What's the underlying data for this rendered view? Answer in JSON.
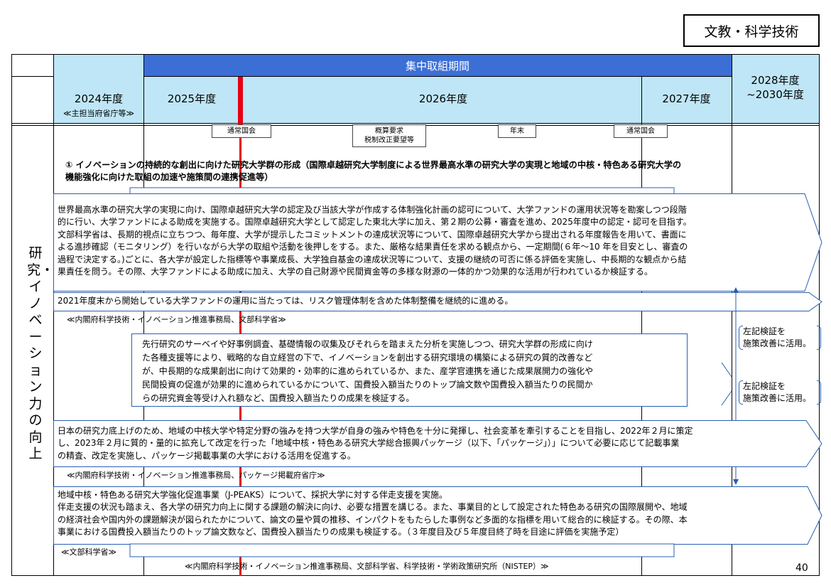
{
  "category_label": "文教・科学技術",
  "header": {
    "intensive_period": "集中取組期間",
    "year_2024": "2024年度",
    "ministry_note": "≪主担当府省庁等≫",
    "year_2025": "2025年度",
    "year_2026": "2026年度",
    "year_2027": "2027年度",
    "year_2028_line1": "2028年度",
    "year_2028_line2": "~2030年度"
  },
  "row_label": "研究・イノベーション力の向上",
  "milestones": {
    "ordinary_diet_1": "通常国会",
    "budget_request": "概算要求\n税制改正要望等",
    "year_end": "年末",
    "ordinary_diet_2": "通常国会"
  },
  "section_title": "① イノベーションの持続的な創出に向けた研究大学群の形成（国際卓越研究大学制度による世界最高水準の研究大学の実現と地域の中核・特色ある研究大学の\n機能強化に向けた取組の加速や施策間の連携促進等）",
  "boxes": {
    "box1": "世界最高水準の研究大学の実現に向け、国際卓越研究大学の認定及び当該大学が作成する体制強化計画の認可について、大学ファンドの運用状況等を勘案しつつ段階\n的に行い、大学ファンドによる助成を実施する。国際卓越研究大学として認定した東北大学に加え、第２期の公募・審査を進め、2025年度中の認定・認可を目指す。\n文部科学省は、長期的視点に立ちつつ、毎年度、大学が提示したコミットメントの達成状況等について、国際卓越研究大学から提出される年度報告を用いて、書面に\nよる進捗確認（モニタリング）を行いながら大学の取組や活動を後押しをする。また、厳格な結果責任を求める観点から、一定期間(６年～10 年を目安とし、審査の\n過程で決定する。)ごとに、各大学が設定した指標等や事業成長、大学独自基金の達成状況等について、支援の継続の可否に係る評価を実施し、中長期的な観点から結\n果責任を問う。その際、大学ファンドによる助成に加え、大学の自己財源や民間資金等の多様な財源の一体的かつ効果的な活用が行われているか検証する。",
    "box2": "2021年度末から開始している大学ファンドの運用に当たっては、リスク管理体制を含めた体制整備を継続的に進める。",
    "note1": "≪内閣府科学技術・イノベーション推進事務局、文部科学省≫",
    "inner_box": "先行研究のサーベイや好事例調査、基礎情報の収集及びそれらを踏まえた分析を実施しつつ、研究大学群の形成に向け\nた各種支援等により、戦略的な自立経営の下で、イノベーションを創出する研究環境の構築による研究の質的改善など\nが、中長期的な成果創出に向けて効果的・効率的に進められているか、また、産学官連携を通じた成果展開力の強化や\n民間投資の促進が効果的に進められているかについて、国費投入額当たりのトップ論文数や国費投入額当たりの民間か\nらの研究資金等受け入れ額など、国費投入額当たりの成果を検証する。",
    "side_note_1": "左記検証を\n施策改善に活用。",
    "side_note_2": "左記検証を\n施策改善に活用。",
    "box3": "日本の研究力底上げのため、地域の中核大学や特定分野の強みを持つ大学が自身の強みや特色を十分に発揮し、社会変革を牽引することを目指し、2022年２月に策定\nし、2023年２月に質的・量的に拡充して改定を行った「地域中核・特色ある研究大学総合振興パッケージ（以下、「パッケージ」）」について必要に応じて記載事業\nの精査、改定を実施し、パッケージ掲載事業の大学における活用を促進する。",
    "note2": "≪内閣府科学技術・イノベーション推進事務局、パッケージ掲載府省庁≫",
    "box4": "地域中核・特色ある研究大学強化促進事業（J-PEAKS）について、採択大学に対する伴走支援を実施。\n伴走支援の状況も踏まえ、各大学の研究力向上に関する課題の解決に向け、必要な措置を講じる。また、事業目的として設定された特色ある研究の国際展開や、地域\nの経済社会や国内外の課題解決が図られたかについて、論文の量や質の推移、インパクトをもたらした事例など多面的な指標を用いて総合的に検証する。その際、本\n事業における国費投入額当たりのトップ論文数など、国費投入額当たりの成果も検証する。（３年度目及び５年度目終了時を目途に評価を実施予定）",
    "note3": "≪文部科学省≫",
    "note4": "≪内閣府科学技術・イノベーション推進事務局、文部科学省、科学技術・学術政策研究所（NISTEP）≫"
  },
  "page_number": "40",
  "colors": {
    "header_cyan": "#bfe6f6",
    "header_blue": "#3b6fd6",
    "arrow_border": "#2a5fb0",
    "red_marker": "#e60012"
  }
}
